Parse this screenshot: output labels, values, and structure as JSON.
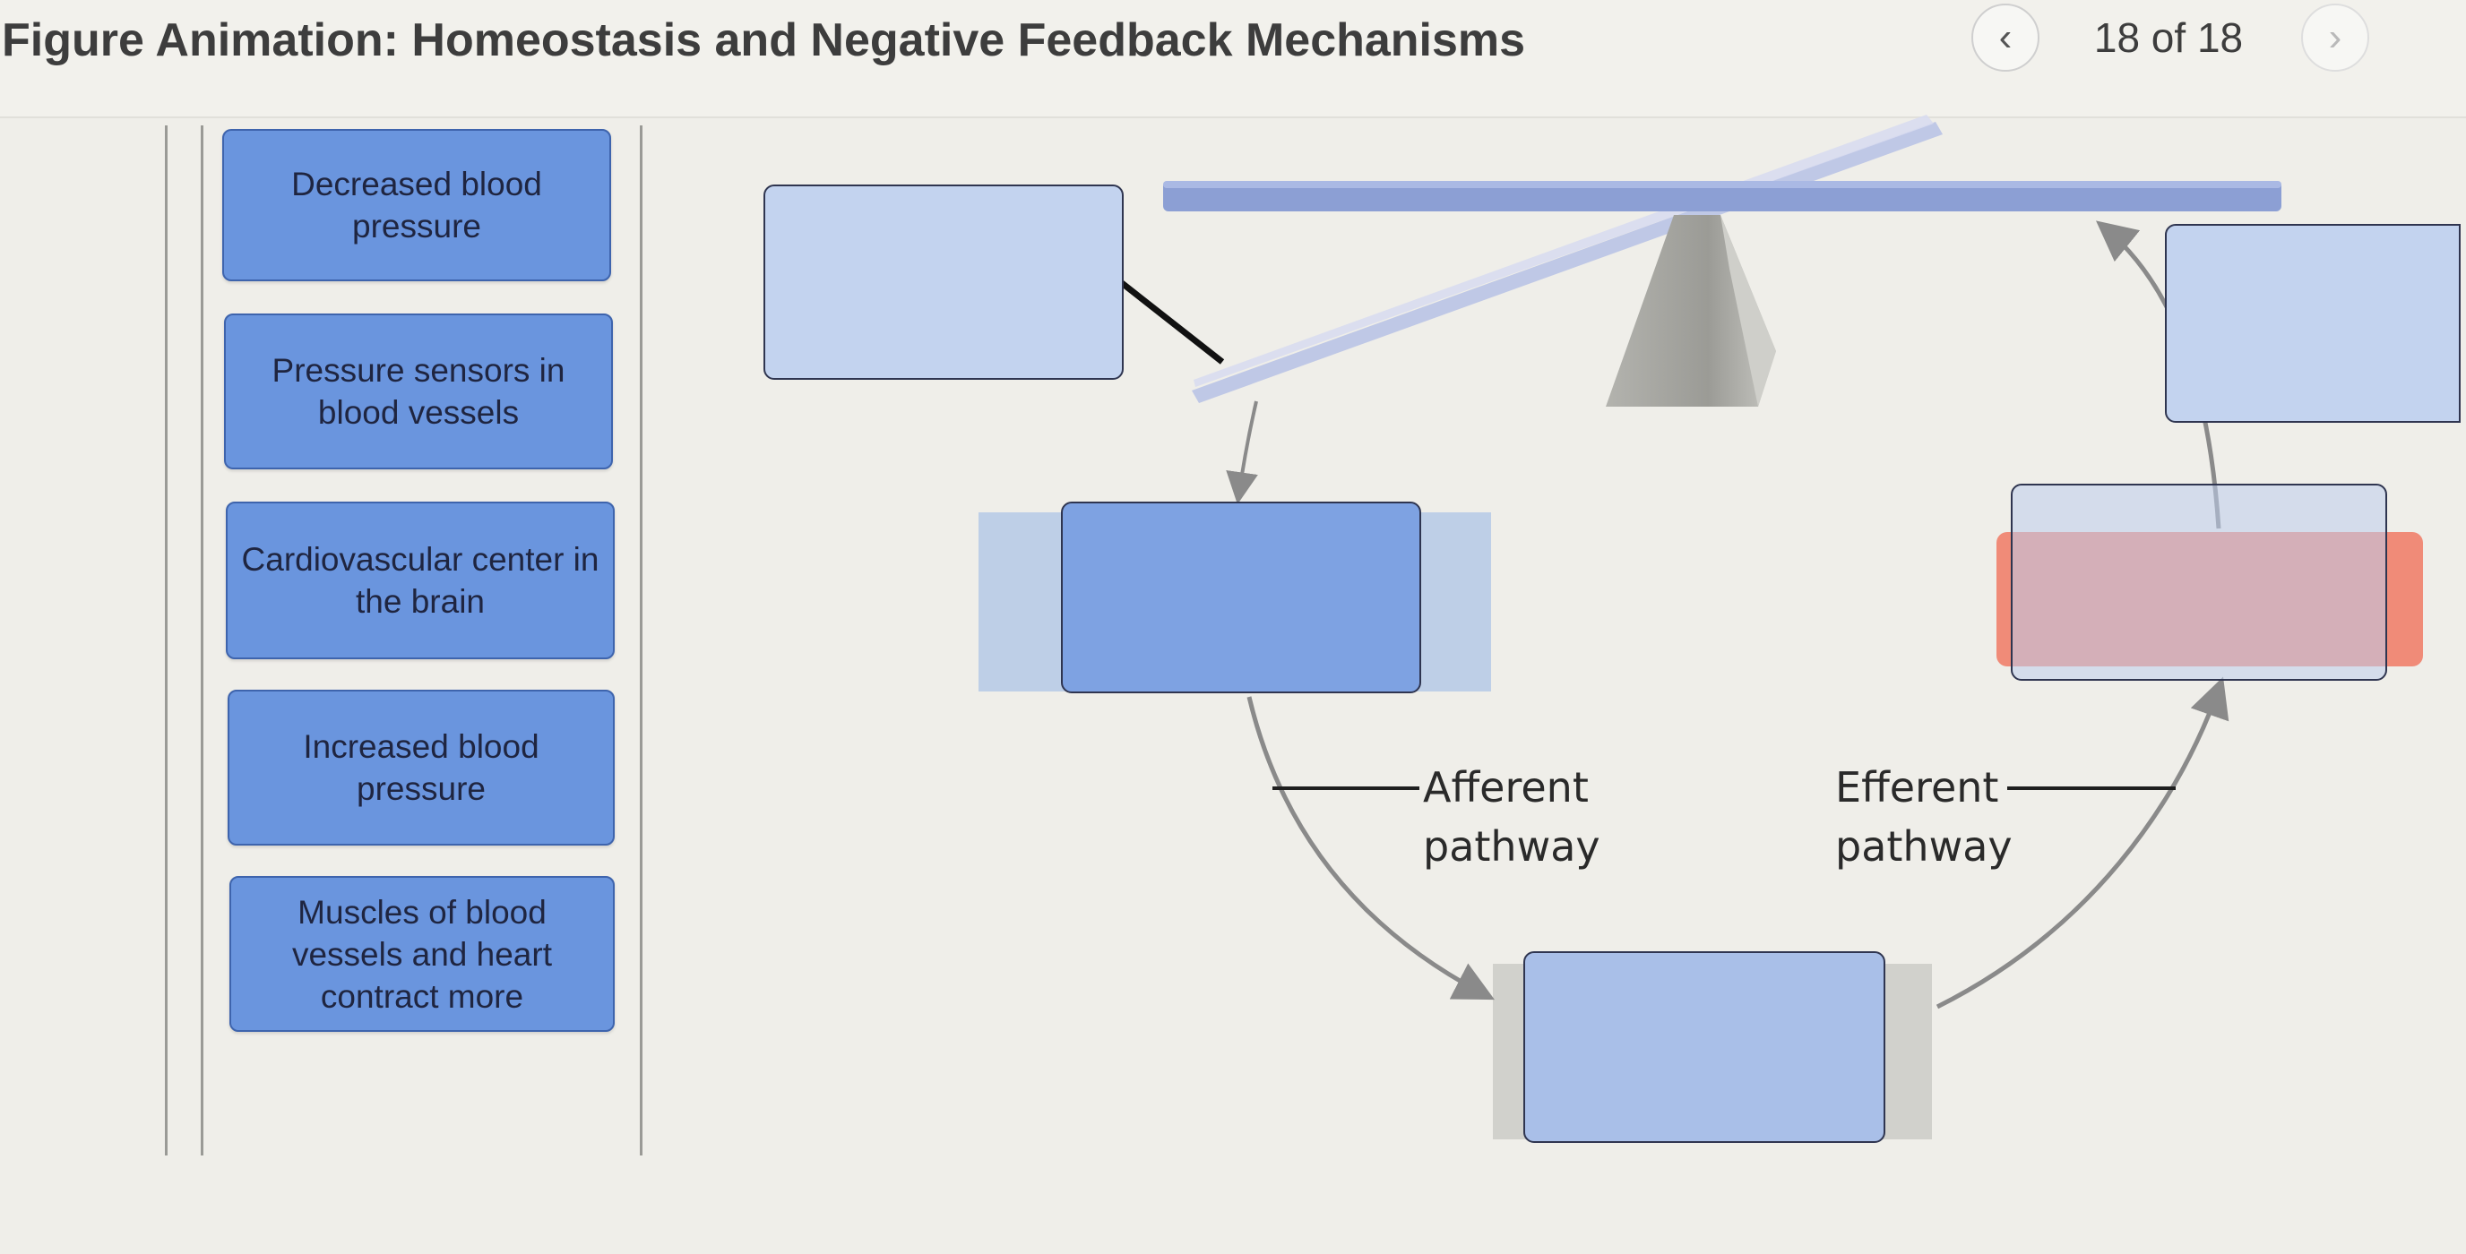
{
  "header": {
    "title": "Figure Animation: Homeostasis and Negative Feedback Mechanisms",
    "prev_icon": "chevron-left-icon",
    "next_icon": "chevron-right-icon",
    "prev_glyph": "‹",
    "next_glyph": "›",
    "counter": "18 of 18"
  },
  "label_bank": [
    "Decreased blood pressure",
    "Pressure sensors in blood vessels",
    "Cardiovascular center in the brain",
    "Increased blood pressure",
    "Muscles of blood vessels and heart contract more"
  ],
  "diagram": {
    "afferent_label": "Afferent pathway",
    "efferent_label": "Efferent pathway",
    "colors": {
      "label_blue": "#6a95de",
      "target_blue": "#c3d3ef",
      "beam": "#8c9fd4",
      "fulcrum": "#a6a6a1",
      "effector_red": "#ef7f6c"
    }
  }
}
